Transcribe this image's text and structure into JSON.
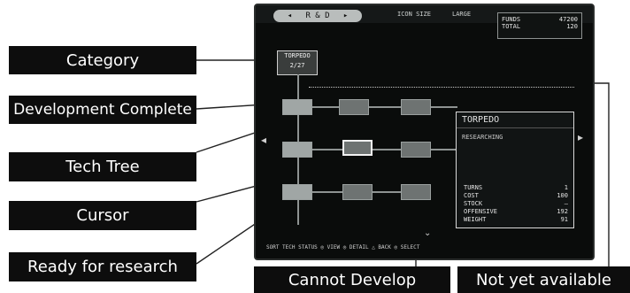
{
  "callouts": {
    "category": "Category",
    "development_complete": "Development Complete",
    "tech_tree": "Tech Tree",
    "cursor": "Cursor",
    "ready_for_research": "Ready for research",
    "cannot_develop": "Cannot Develop",
    "not_yet_available": "Not yet available"
  },
  "screen": {
    "tab_label": "R & D",
    "tab_left_icon": "chevron-left-icon",
    "tab_right_icon": "chevron-right-icon",
    "icon_size_label": "ICON SIZE",
    "icon_size_value": "LARGE",
    "funds": {
      "funds_label": "FUNDS",
      "funds_value": "47200",
      "total_label": "TOTAL",
      "total_value": "120"
    },
    "category_box": {
      "name": "TORPEDO",
      "index": "2/27"
    },
    "info_panel": {
      "title": "TORPEDO",
      "status": "RESEARCHING",
      "stats": [
        {
          "label": "TURNS",
          "value": "1"
        },
        {
          "label": "COST",
          "value": "100"
        },
        {
          "label": "STOCK",
          "value": "—"
        },
        {
          "label": "OFFENSIVE",
          "value": "192"
        },
        {
          "label": "WEIGHT",
          "value": "91"
        }
      ]
    },
    "bottom_bar": "SORT TECH STATUS  ◎ VIEW  ◎ DETAIL  △ BACK  ◎ SELECT"
  },
  "colors": {
    "callout_bg": "#0d0d0d",
    "callout_text": "#ffffff",
    "screen_bg": "#0a0c0b"
  }
}
